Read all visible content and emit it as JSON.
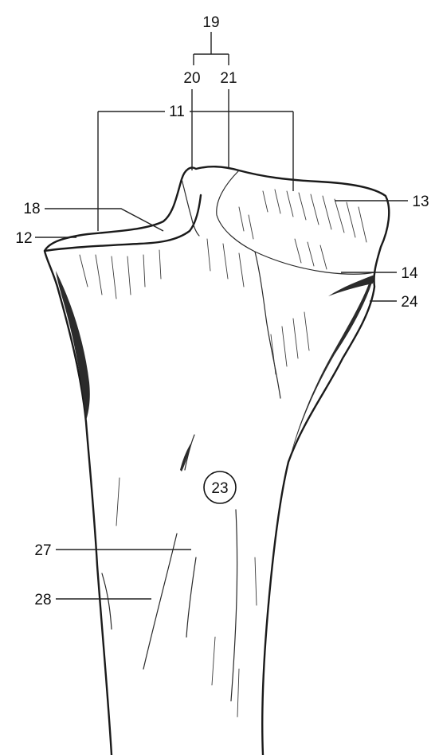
{
  "figure": {
    "labels": {
      "l19": "19",
      "l20": "20",
      "l21": "21",
      "l11": "11",
      "l18": "18",
      "l12": "12",
      "l13": "13",
      "l14": "14",
      "l24": "24",
      "l23": "23",
      "l27": "27",
      "l28": "28"
    }
  }
}
